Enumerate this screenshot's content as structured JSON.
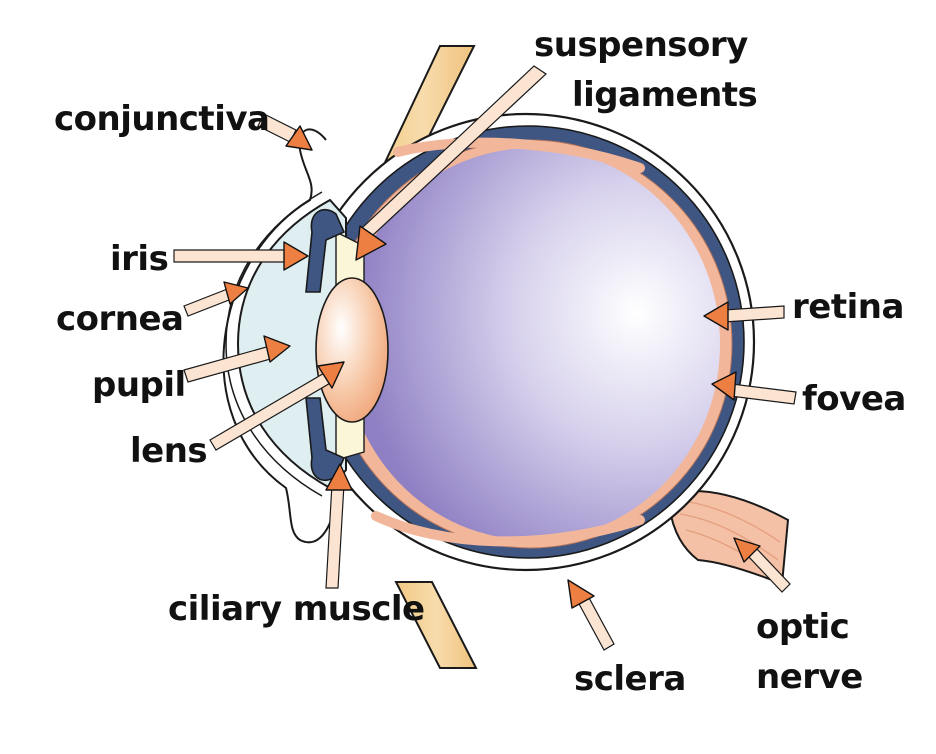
{
  "labels": {
    "conjunctiva": "conjunctiva",
    "suspensory_1": "suspensory",
    "suspensory_2": "ligaments",
    "iris": "iris",
    "cornea": "cornea",
    "pupil": "pupil",
    "lens": "lens",
    "retina": "retina",
    "fovea": "fovea",
    "ciliary_muscle": "ciliary muscle",
    "sclera": "sclera",
    "optic_1": "optic",
    "optic_2": "nerve"
  },
  "colors": {
    "vitreous": "#b9addb",
    "choroid": "#3f5683",
    "retina": "#f2b69a",
    "lens": "#f4b48f",
    "cornea": "#dfeef0",
    "muscle_band": "#f3cf95",
    "arrow": "#ee7f43",
    "outline": "#1a1a1a"
  }
}
